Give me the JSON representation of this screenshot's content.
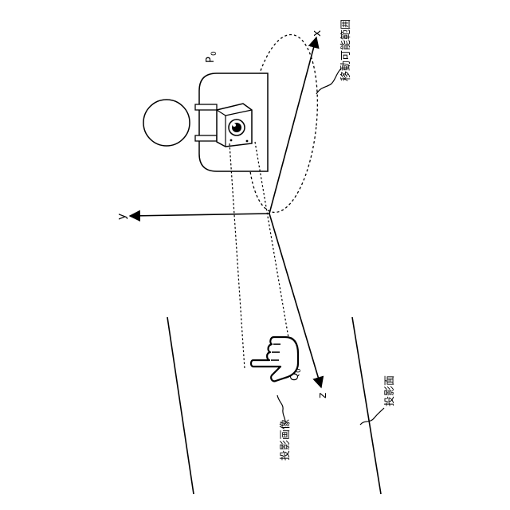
{
  "labels": {
    "movable_range": "移動可能範囲",
    "projected_image": "投影画像",
    "projection_surface": "投影面",
    "point_p": "P",
    "point_p_sub": "0",
    "point_q": "Q",
    "point_q_sub": "0",
    "axis_x": "x",
    "axis_y": "y",
    "axis_z": "z"
  },
  "icons": {
    "person": "person-head-icon",
    "projector": "projector-icon",
    "hand": "pointing-hand-icon"
  },
  "colors": {
    "stroke": "#000000",
    "background": "#ffffff"
  }
}
